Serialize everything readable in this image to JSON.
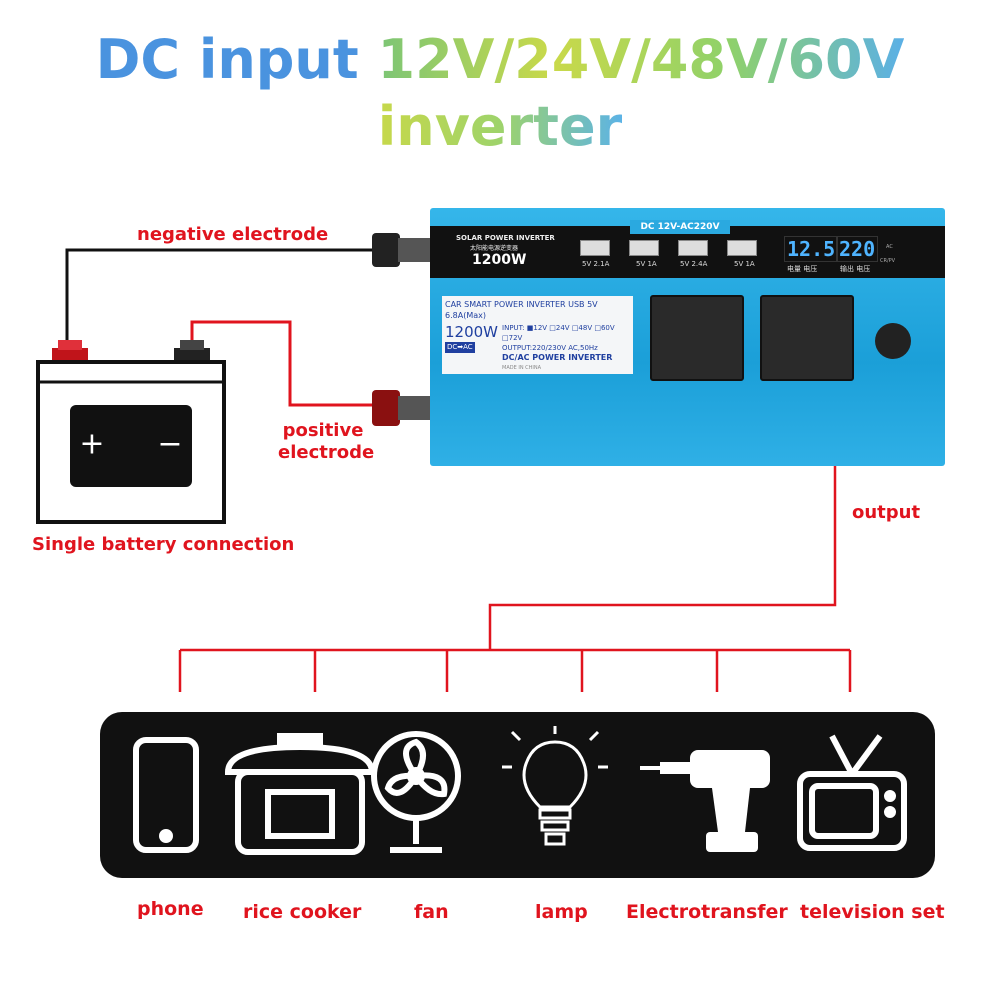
{
  "title": {
    "line1_a": "DC input",
    "line1_b": "12V/24V/48V/60V",
    "line2": "inverter"
  },
  "labels": {
    "negative": "negative electrode",
    "positive_1": "positive",
    "positive_2": "electrode",
    "battery": "Single battery connection",
    "output": "output"
  },
  "battery": {
    "plus": "+",
    "minus": "−"
  },
  "inverter": {
    "header": "DC 12V-AC220V",
    "brand_1": "SOLAR POWER INVERTER",
    "brand_2": "太阳能电源逆变器",
    "brand_power": "1200W",
    "usb": [
      "5V 2.1A",
      "5V 1A",
      "5V 2.4A",
      "5V 1A"
    ],
    "display_1": "12.5",
    "display_1_label": "电量 电压",
    "display_2": "220",
    "display_2_label": "输出 电压",
    "led_1": "AC",
    "led_2": "CR/PV",
    "sticker": {
      "title": "CAR SMART POWER INVERTER USB 5V 6.8A(Max)",
      "power": "1200W",
      "input": "INPUT: ■12V □24V □48V □60V □72V",
      "output": "OUTPUT:220/230V AC,50Hz",
      "badge": "DC➡AC",
      "footer": "DC/AC POWER INVERTER",
      "made": "MADE IN CHINA"
    }
  },
  "devices": [
    {
      "name": "phone",
      "icon": "phone-icon"
    },
    {
      "name": "rice cooker",
      "icon": "rice-cooker-icon"
    },
    {
      "name": "fan",
      "icon": "fan-icon"
    },
    {
      "name": "lamp",
      "icon": "lamp-icon"
    },
    {
      "name": "Electrotransfer",
      "icon": "drill-icon"
    },
    {
      "name": "television set",
      "icon": "television-icon"
    }
  ],
  "colors": {
    "wire_red": "#e0141e",
    "inverter_blue": "#1ea4dc",
    "title_blue": "#4a93df"
  }
}
